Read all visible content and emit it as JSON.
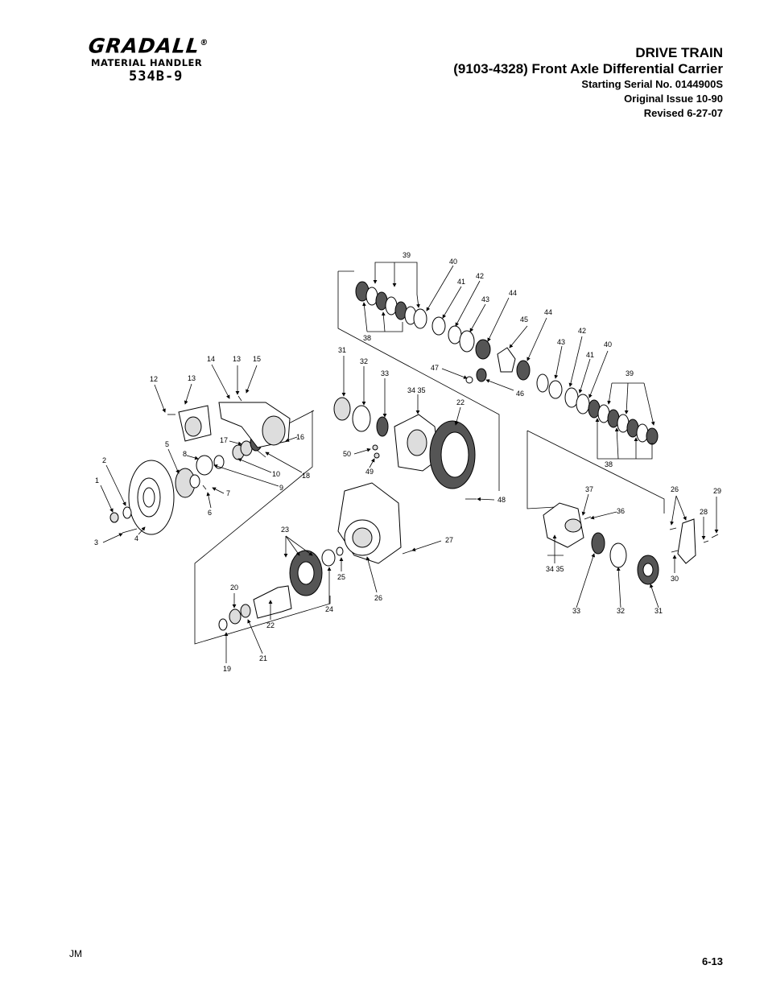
{
  "logo": {
    "brand": "GRADALL",
    "registered": "®",
    "subtitle": "MATERIAL HANDLER",
    "model": "534B-9"
  },
  "header": {
    "section": "DRIVE TRAIN",
    "title": "(9103-4328) Front Axle Differential Carrier",
    "serial": "Starting Serial No. 0144900S",
    "issue": "Original Issue 10-90",
    "revised": "Revised  6-27-07"
  },
  "footer": {
    "initials": "JM",
    "page": "6-13"
  },
  "callouts": {
    "c1": "1",
    "c2": "2",
    "c3": "3",
    "c4": "4",
    "c5": "5",
    "c6": "6",
    "c7": "7",
    "c8": "8",
    "c9": "9",
    "c10": "10",
    "c12": "12",
    "c13a": "13",
    "c13b": "13",
    "c14": "14",
    "c15": "15",
    "c16": "16",
    "c17": "17",
    "c18": "18",
    "c19": "19",
    "c20": "20",
    "c21": "21",
    "c22a": "22",
    "c22b": "22",
    "c23": "23",
    "c24": "24",
    "c25": "25",
    "c26a": "26",
    "c26b": "26",
    "c27": "27",
    "c28": "28",
    "c29": "29",
    "c30": "30",
    "c31a": "31",
    "c31b": "31",
    "c32a": "32",
    "c32b": "32",
    "c33a": "33",
    "c33b": "33",
    "c3435a": "34  35",
    "c3435b": "34  35",
    "c36": "36",
    "c37": "37",
    "c38a": "38",
    "c38b": "38",
    "c39a": "39",
    "c39b": "39",
    "c40a": "40",
    "c40b": "40",
    "c41a": "41",
    "c41b": "41",
    "c42a": "42",
    "c42b": "42",
    "c43a": "43",
    "c43b": "43",
    "c44a": "44",
    "c44b": "44",
    "c45": "45",
    "c46": "46",
    "c47": "47",
    "c48": "48",
    "c49": "49",
    "c50": "50"
  }
}
